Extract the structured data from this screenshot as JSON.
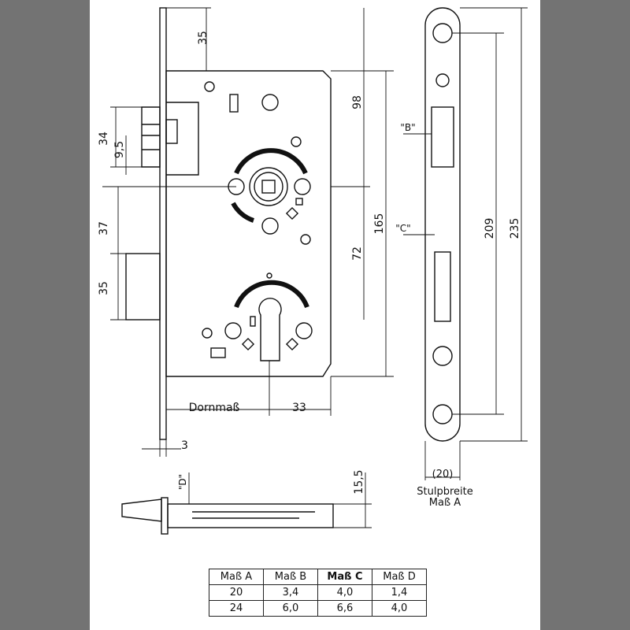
{
  "dimensions": {
    "d35_top": "35",
    "d98": "98",
    "d34": "34",
    "d9_5": "9,5",
    "d37": "37",
    "d35_latch": "35",
    "d165": "165",
    "d72": "72",
    "d209": "209",
    "d235": "235",
    "dornmass": "Dornmaß",
    "d33": "33",
    "d3": "3",
    "d15_5": "15,5",
    "d20": "(20)"
  },
  "refs": {
    "b": "\"B\"",
    "c": "\"C\"",
    "d": "\"D\""
  },
  "faceplate_label": {
    "line1": "Stulpbreite",
    "line2": "Maß  A"
  },
  "table": {
    "headers": [
      "Maß A",
      "Maß B",
      "Maß C",
      "Maß D"
    ],
    "rows": [
      [
        "20",
        "3,4",
        "4,0",
        "1,4"
      ],
      [
        "24",
        "6,0",
        "6,6",
        "4,0"
      ]
    ]
  }
}
